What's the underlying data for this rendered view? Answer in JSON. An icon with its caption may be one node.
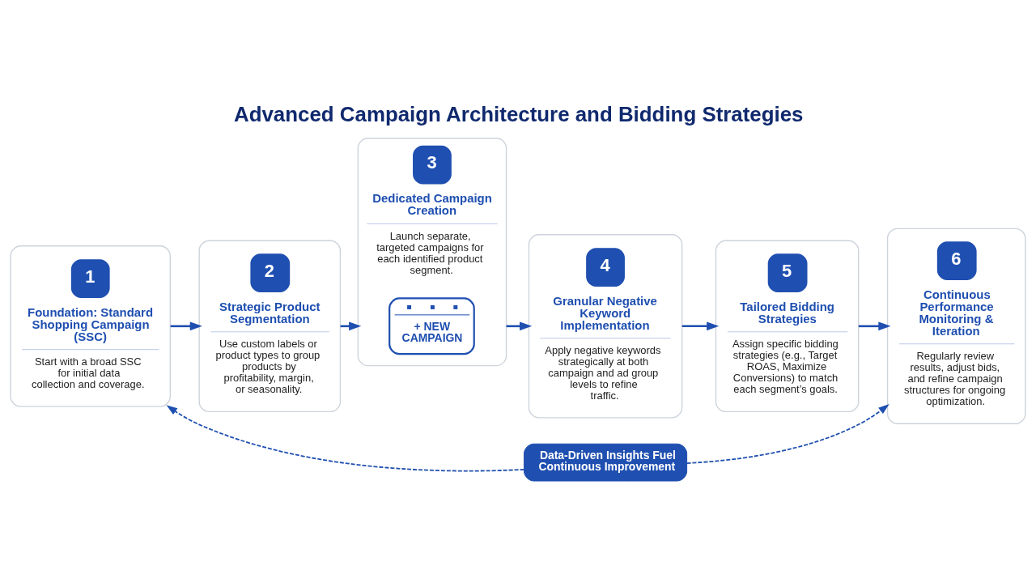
{
  "diagram": {
    "title": "Advanced Campaign Architecture and Bidding Strategies",
    "nodes": [
      {
        "text": [
          "1",
          "Foundation: Standard Shopping Campaign (SSC)",
          "Start with a broad SSC for initial data collection and coverage."
        ]
      },
      {
        "text": [
          "2",
          "Strategic Product Segmentation",
          "Use custom labels or product types to group products by profitability, margin, or seasonality."
        ]
      },
      {
        "text": [
          "3",
          "Dedicated Campaign Creation",
          "Launch separate, targeted campaigns for each identified product segment."
        ]
      },
      {
        "text": [
          "+ NEW CAMPAIGN"
        ],
        "in": 2
      },
      {
        "text": [
          "4",
          "Granular Negative Keyword Implementation",
          "Apply negative keywords strategically at both campaign and ad group levels to refine traffic."
        ]
      },
      {
        "text": [
          "5",
          "Tailored Bidding Strategies",
          "Assign specific bidding strategies (e.g., Target ROAS, Maximize Conversions) to match each segment’s goals."
        ]
      },
      {
        "text": [
          "6",
          "Continuous Performance Monitoring & Iteration",
          "Regularly review results, adjust bids, and refine campaign structures for ongoing optimization."
        ]
      },
      {
        "text": [
          "Data-Driven Insights Fuel Continuous Improvement"
        ]
      }
    ],
    "edges": [
      {
        "from": 0,
        "to": 1,
        "arrow": "to"
      },
      {
        "from": 1,
        "to": 2,
        "arrow": "to"
      },
      {
        "from": 2,
        "to": 4,
        "arrow": "to"
      },
      {
        "from": 4,
        "to": 5,
        "arrow": "to"
      },
      {
        "from": 5,
        "to": 6,
        "arrow": "to"
      },
      {
        "from": 7,
        "to": 0,
        "arrow": "to",
        "style": "dashed"
      },
      {
        "from": 7,
        "to": 6,
        "arrow": "to",
        "style": "dashed"
      }
    ]
  }
}
